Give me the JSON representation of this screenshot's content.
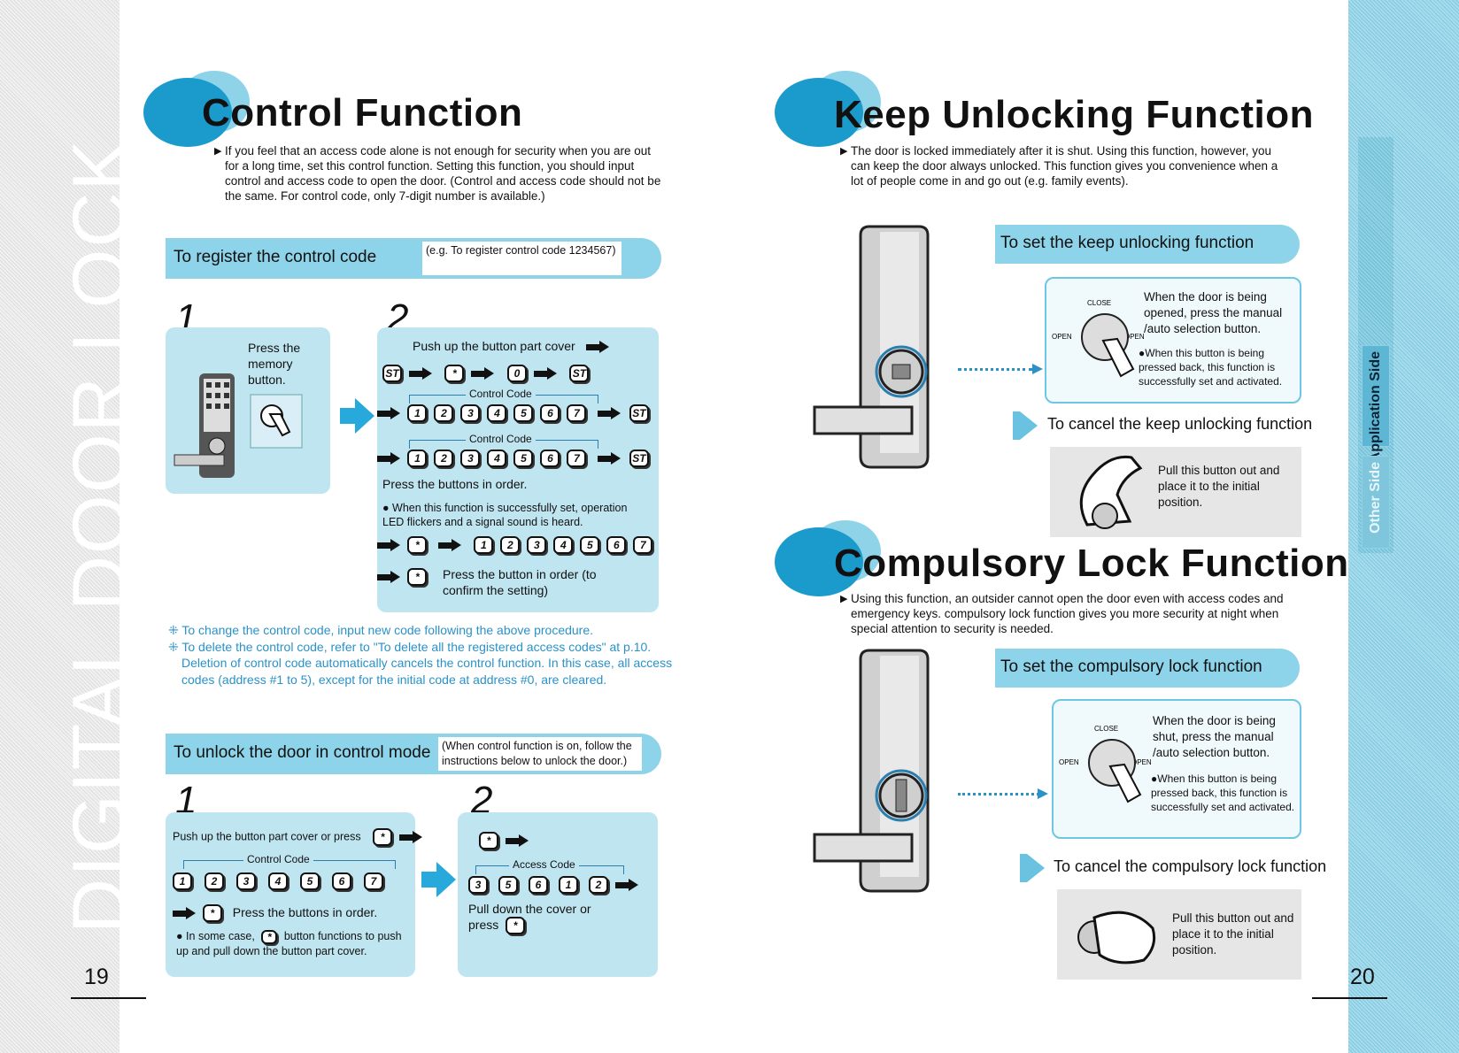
{
  "sidebar": {
    "title": "DIGITAL DOOR LOCK"
  },
  "tabs": {
    "application": "Application Side",
    "other": "Other Side"
  },
  "page_left": "19",
  "page_right": "20",
  "control": {
    "title": "Control Function",
    "intro": "If you feel that an access code alone is not enough for security when you are out for a long time, set this control function. Setting this function, you should input control and access code to open the door. (Control and access code should not be the same. For control code, only 7-digit number is available.)",
    "register": {
      "label": "To register the control code",
      "note": "(e.g. To register control code 1234567)",
      "step1_num": "1",
      "step1_text": "Press the memory button.",
      "step2_num": "2",
      "step2_head": "Push up the button part cover",
      "control_code_label": "Control Code",
      "press_order": "Press the buttons in order.",
      "success_note": "When this function is successfully set, operation LED flickers and a signal sound is heard.",
      "confirm_text": "Press the button in order (to confirm the setting)",
      "keys": {
        "st": "ST",
        "star": "*",
        "zero": "0"
      },
      "digits": [
        "1",
        "2",
        "3",
        "4",
        "5",
        "6",
        "7"
      ]
    },
    "notes": {
      "line1": "To change the control code, input new code following the above procedure.",
      "line2": "To delete the control code, refer to \"To delete all the registered access codes\" at p.10.",
      "line3": "Deletion of control code automatically cancels the control function. In this case, all access codes (address #1 to 5), except for the initial code at address #0, are cleared."
    },
    "unlock": {
      "label": "To unlock the door in control mode",
      "note": "(When control function is on, follow the instructions below to unlock the door.)",
      "step1_num": "1",
      "step1_head": "Push up the button part cover or press",
      "control_code_label": "Control Code",
      "press_order": "Press the buttons in order.",
      "some_case": "In some case,",
      "some_case_rest": "button functions to push up and pull down the button part cover.",
      "step2_num": "2",
      "access_code_label": "Access Code",
      "access_digits": [
        "3",
        "5",
        "6",
        "1",
        "2"
      ],
      "pull_down": "Pull down the cover or press"
    }
  },
  "keep": {
    "title": "Keep Unlocking Function",
    "intro": "The door is locked immediately after it is shut. Using this function, however, you can keep the door always unlocked. This function gives you convenience when a lot of people come in and go out (e.g. family events).",
    "set_label": "To set the keep unlocking function",
    "set_text": "When the door is being opened, press the manual /auto selection button.",
    "set_note": "When this button is being pressed back, this function is successfully set and activated.",
    "cancel_label": "To cancel the keep unlocking function",
    "cancel_text": "Pull this button out and place it to the initial position.",
    "close_lbl": "CLOSE",
    "open_lbl": "OPEN"
  },
  "compulsory": {
    "title": "Compulsory Lock Function",
    "intro": "Using this function, an outsider cannot open the door even with access codes and emergency keys. compulsory lock function gives you more security at night when special attention to security is needed.",
    "set_label": "To set the compulsory lock function",
    "set_text": "When the door is being shut, press the manual /auto selection button.",
    "set_note": "When this button is being pressed back, this function is successfully set and activated.",
    "cancel_label": "To cancel the compulsory lock function",
    "cancel_text": "Pull this button out and place it to the initial position.",
    "close_lbl": "CLOSE",
    "open_lbl": "OPEN"
  },
  "colors": {
    "accent": "#1a9bcc",
    "panel": "#bfe5f1",
    "bar": "#8dd3e9",
    "note_text": "#2a92c8"
  }
}
